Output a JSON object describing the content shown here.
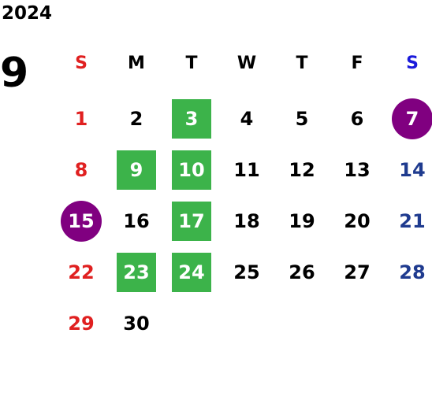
{
  "year": "2024",
  "month": "9",
  "colors": {
    "sunday": "#e02020",
    "saturday_head": "#1a1adb",
    "saturday": "#1f3b8f",
    "weekday": "#000000",
    "highlight_square": "#3cb34a",
    "highlight_circle": "#800080"
  },
  "weekdays": [
    "S",
    "M",
    "T",
    "W",
    "T",
    "F",
    "S"
  ],
  "weeks": [
    [
      "1",
      "2",
      "3",
      "4",
      "5",
      "6",
      "7"
    ],
    [
      "8",
      "9",
      "10",
      "11",
      "12",
      "13",
      "14"
    ],
    [
      "15",
      "16",
      "17",
      "18",
      "19",
      "20",
      "21"
    ],
    [
      "22",
      "23",
      "24",
      "25",
      "26",
      "27",
      "28"
    ],
    [
      "29",
      "30",
      "",
      "",
      "",
      "",
      ""
    ]
  ],
  "highlights_square": [
    "3",
    "9",
    "10",
    "17",
    "23",
    "24"
  ],
  "highlights_circle": [
    "7",
    "15"
  ]
}
